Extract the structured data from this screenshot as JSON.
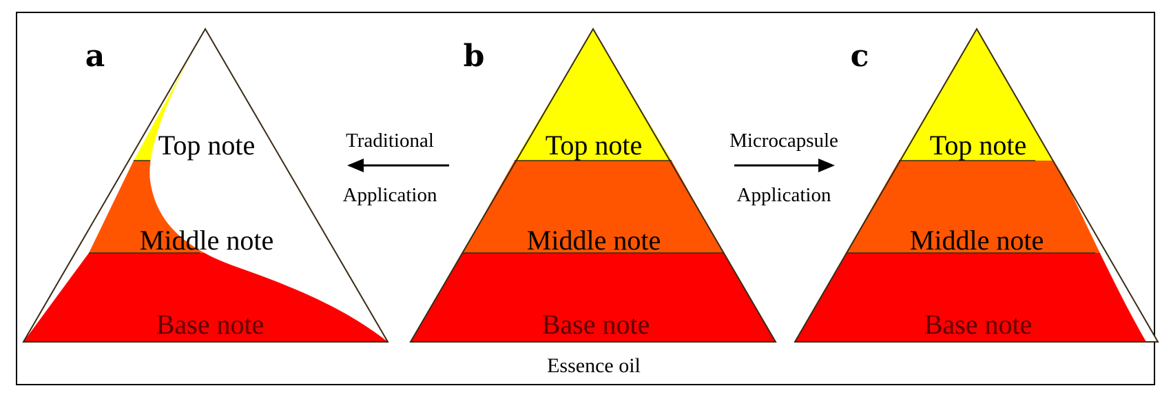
{
  "panels": [
    {
      "letter": "a",
      "top": "Top note",
      "middle": "Middle note",
      "base": "Base note"
    },
    {
      "letter": "b",
      "top": "Top note",
      "middle": "Middle note",
      "base": "Base note"
    },
    {
      "letter": "c",
      "top": "Top note",
      "middle": "Middle note",
      "base": "Base note"
    }
  ],
  "arrows": {
    "left": {
      "line1": "Traditional",
      "line2": "Application"
    },
    "right": {
      "line1": "Microcapsule",
      "line2": "Application"
    }
  },
  "caption": "Essence oil",
  "colors": {
    "top": "#ffff00",
    "middle": "#ff5500",
    "base": "#ff0000",
    "evaporated": "#ffffff",
    "outline": "#3a2a14",
    "border": "#000000",
    "text_on_base": "#5a0000",
    "text": "#000000"
  }
}
